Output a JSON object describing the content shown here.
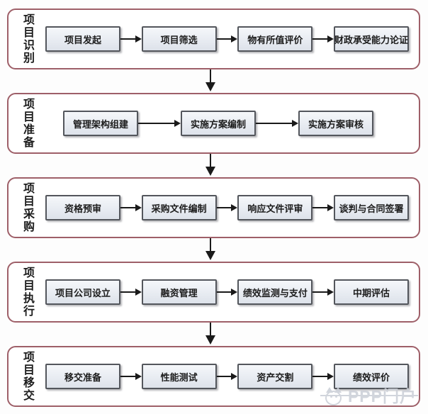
{
  "diagram": {
    "stages": [
      {
        "label": "项目识别",
        "steps": [
          "项目发起",
          "项目筛选",
          "物有所值评价",
          "财政承受能力论证"
        ]
      },
      {
        "label": "项目准备",
        "steps": [
          "管理架构组建",
          "实施方案编制",
          "实施方案审核"
        ]
      },
      {
        "label": "项目采购",
        "steps": [
          "资格预审",
          "采购文件编制",
          "响应文件评审",
          "谈判与合同签署"
        ]
      },
      {
        "label": "项目执行",
        "steps": [
          "项目公司设立",
          "融资管理",
          "绩效监测与支付",
          "中期评估"
        ]
      },
      {
        "label": "项目移交",
        "steps": [
          "移交准备",
          "性能测试",
          "资产交割",
          "绩效评价"
        ]
      }
    ]
  },
  "watermark": {
    "text": "PPP门户",
    "icon": "cat-face-logo"
  },
  "colors": {
    "band_border": "#9e5f68",
    "box_border": "#53565c",
    "box_fill_top": "#f5f7fa",
    "box_fill_bottom": "#dde2ea",
    "arrow": "#1a1a1a",
    "text": "#1c1c1c",
    "watermark": "#cdd1d9",
    "background": "#fdfdfd"
  }
}
